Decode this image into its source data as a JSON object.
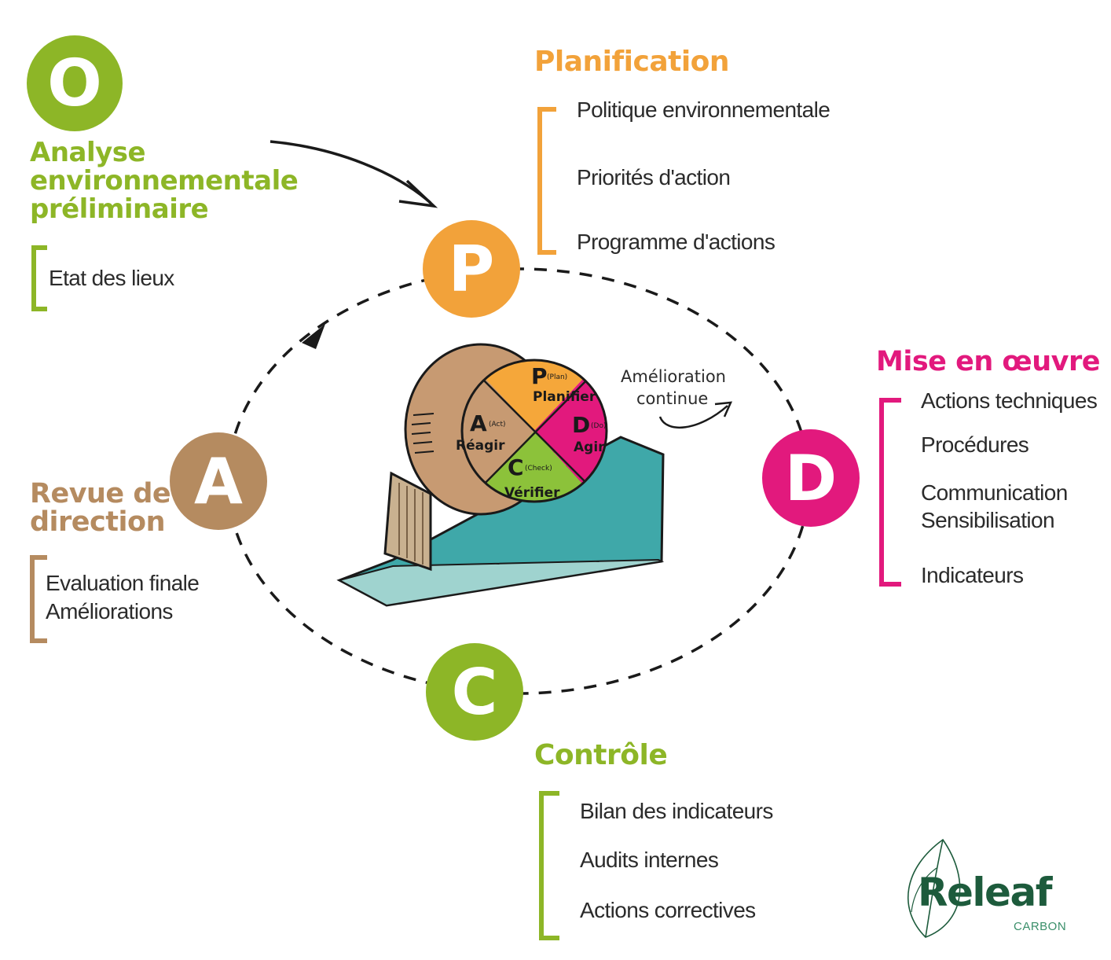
{
  "colors": {
    "green": "#8db627",
    "orange": "#f2a23a",
    "tan": "#b58b60",
    "magenta": "#e2197d",
    "teal": "#3fa8a9",
    "text": "#2b2b2b",
    "brand_green": "#1d5b3c"
  },
  "stages": {
    "o": {
      "letter": "O",
      "title_lines": [
        "Analyse",
        "environnementale",
        "préliminaire"
      ],
      "items": [
        "Etat des lieux"
      ]
    },
    "p": {
      "letter": "P",
      "title": "Planification",
      "items": [
        "Politique environnementale",
        "Priorités d'action",
        "Programme d'actions"
      ]
    },
    "d": {
      "letter": "D",
      "title": "Mise en œuvre",
      "items": [
        "Actions techniques",
        "Procédures",
        "Communication",
        "Sensibilisation",
        "Indicateurs"
      ]
    },
    "c": {
      "letter": "C",
      "title": "Contrôle",
      "items": [
        "Bilan des indicateurs",
        "Audits internes",
        "Actions correctives"
      ]
    },
    "a": {
      "letter": "A",
      "title_lines": [
        "Revue de",
        "direction"
      ],
      "items": [
        "Evaluation finale",
        "Améliorations"
      ]
    }
  },
  "wheel": {
    "segments": [
      {
        "letter": "P",
        "tag": "(Plan)",
        "label": "Planifier"
      },
      {
        "letter": "D",
        "tag": "(Do)",
        "label": "Agir"
      },
      {
        "letter": "C",
        "tag": "(Check)",
        "label": "Vérifier"
      },
      {
        "letter": "A",
        "tag": "(Act)",
        "label": "Réagir"
      }
    ],
    "caption_lines": [
      "Amélioration",
      "continue"
    ]
  },
  "logo": {
    "name": "Releaf",
    "sub": "CARBON"
  }
}
